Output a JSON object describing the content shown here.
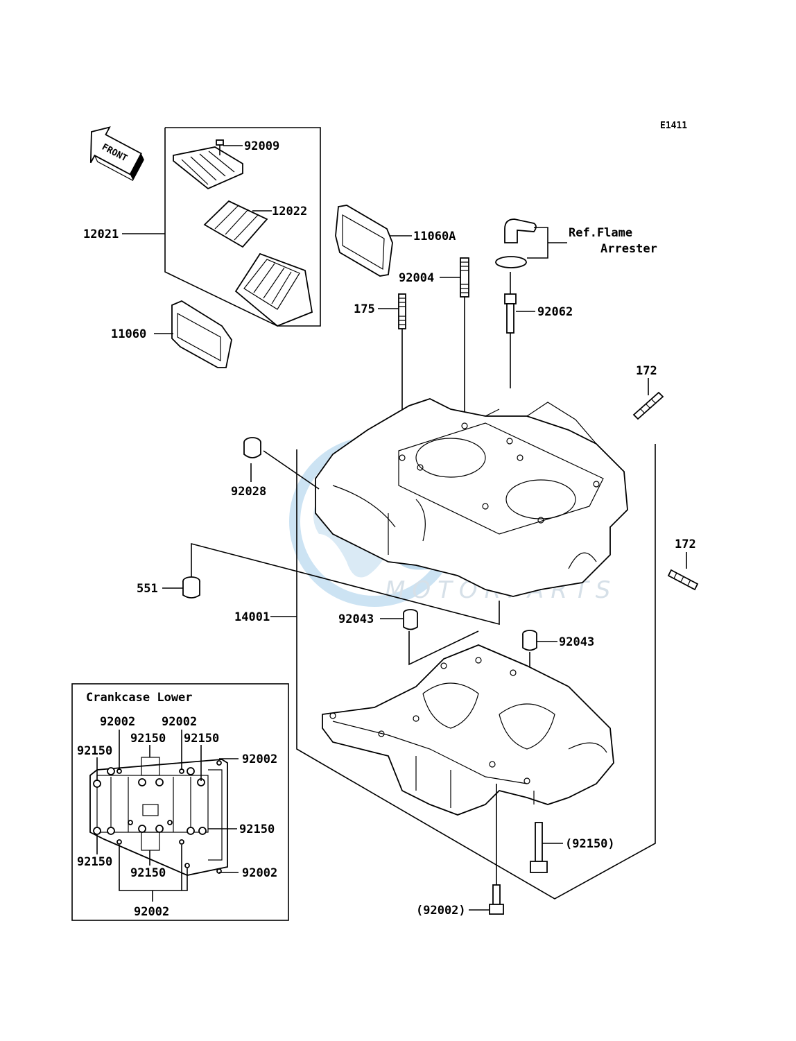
{
  "diagram_code": "E1411",
  "front_arrow": "FRONT",
  "watermark": {
    "logo": "GSM",
    "text": "MOTORPARTS"
  },
  "inset": {
    "title": "Crankcase Lower"
  },
  "ref_note": {
    "line1": "Ref.Flame",
    "line2": "Arrester"
  },
  "labels": {
    "p92009": "92009",
    "p12022": "12022",
    "p12021": "12021",
    "p11060a": "11060A",
    "p11060": "11060",
    "p92004": "92004",
    "p175": "175",
    "p92062": "92062",
    "p172a": "172",
    "p172b": "172",
    "p92028": "92028",
    "p551": "551",
    "p14001": "14001",
    "p92043a": "92043",
    "p92043b": "92043",
    "p92150_paren": "(92150)",
    "p92002_paren": "(92002)"
  },
  "inset_labels": {
    "a": "92002",
    "b": "92002",
    "c": "92150",
    "d": "92150",
    "e": "92150",
    "f": "92002",
    "g": "92150",
    "h": "92150",
    "i": "92150",
    "j": "92002",
    "k": "92002"
  }
}
